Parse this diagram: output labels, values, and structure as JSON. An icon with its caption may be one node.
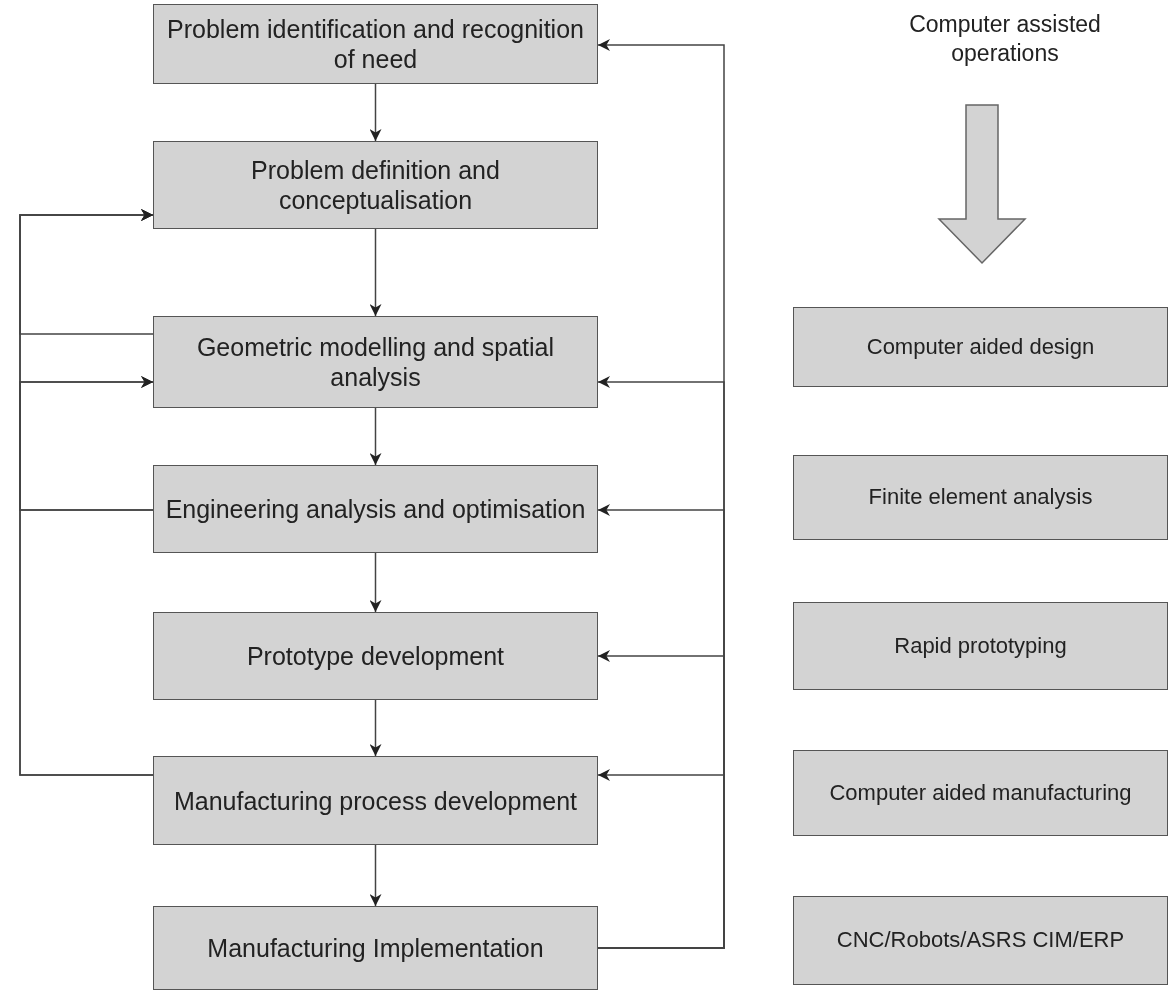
{
  "diagram": {
    "nodes": [
      {
        "text": [
          "Problem identification and recognition of need"
        ]
      },
      {
        "text": [
          "Problem definition and conceptualisation"
        ]
      },
      {
        "text": [
          "Geometric modelling and spatial analysis"
        ]
      },
      {
        "text": [
          "Engineering analysis and optimisation"
        ]
      },
      {
        "text": [
          "Prototype development"
        ]
      },
      {
        "text": [
          "Manufacturing process development"
        ]
      },
      {
        "text": [
          "Manufacturing Implementation"
        ]
      },
      {
        "text": [
          "Computer aided design"
        ]
      },
      {
        "text": [
          "Finite element analysis"
        ]
      },
      {
        "text": [
          "Rapid prototyping"
        ]
      },
      {
        "text": [
          "Computer aided manufacturing"
        ]
      },
      {
        "text": [
          "CNC/Robots/ASRS CIM/ERP"
        ]
      }
    ],
    "edges": [
      {
        "from": 0,
        "to": 1,
        "arrow": "to"
      },
      {
        "from": 1,
        "to": 2,
        "arrow": "to"
      },
      {
        "from": 2,
        "to": 3,
        "arrow": "to"
      },
      {
        "from": 3,
        "to": 4,
        "arrow": "to"
      },
      {
        "from": 4,
        "to": 5,
        "arrow": "to"
      },
      {
        "from": 5,
        "to": 6,
        "arrow": "to"
      },
      {
        "from": 2,
        "to": 1,
        "arrow": "to"
      },
      {
        "from": 3,
        "to": 1,
        "arrow": "to"
      },
      {
        "from": 3,
        "to": 2,
        "arrow": "to"
      },
      {
        "from": 5,
        "to": 1,
        "arrow": "to"
      },
      {
        "from": 5,
        "to": 2,
        "arrow": "to"
      },
      {
        "from": 6,
        "to": 0,
        "arrow": "to"
      },
      {
        "from": 6,
        "to": 2,
        "arrow": "to"
      },
      {
        "from": 6,
        "to": 3,
        "arrow": "to"
      },
      {
        "from": 6,
        "to": 4,
        "arrow": "to"
      },
      {
        "from": 6,
        "to": 5,
        "arrow": "to"
      }
    ],
    "labels": [
      "Computer assisted operations"
    ]
  }
}
